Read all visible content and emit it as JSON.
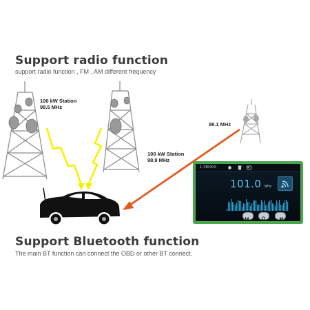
{
  "heading_radio": "Support radio function",
  "subheading_radio": "support radio function , FM , AM different frequency",
  "station_left": {
    "power": "100 kW Station",
    "freq": "98.5 MHz"
  },
  "station_middle": {
    "power": "100 kW Station",
    "freq": "98.9 MHz"
  },
  "station_right": {
    "freq": "98.1 MHz"
  },
  "radio_screen": {
    "band": "1. FM 90.5",
    "frequency": "101.0",
    "unit": "MHz",
    "icons": [
      "home-icon",
      "trash-icon",
      "radio-icon",
      "wifi-signal-icon",
      "prev-icon",
      "search-icon",
      "next-icon"
    ]
  },
  "heading_bt": "Support Bluetooth function",
  "subheading_bt": "The main BT function can connect the OBD or other BT connect.",
  "colors": {
    "signal": "#f5f200",
    "arrow": "#e25a1e",
    "panel_frame": "#4aa64a",
    "frequency": "#5ec9f0"
  }
}
